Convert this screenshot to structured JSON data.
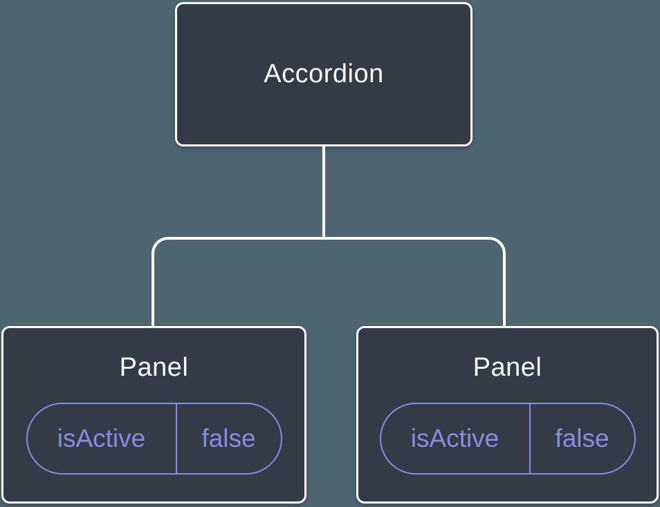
{
  "colors": {
    "background": "#4D656F",
    "node-fill": "#343A46",
    "node-border": "#FFFFFF",
    "node-text": "#F7F8FA",
    "accent": "#868DE3",
    "connector": "#FFFFFF"
  },
  "tree": {
    "root": {
      "label": "Accordion"
    },
    "children": [
      {
        "label": "Panel",
        "state": {
          "name": "isActive",
          "value": "false"
        }
      },
      {
        "label": "Panel",
        "state": {
          "name": "isActive",
          "value": "false"
        }
      }
    ]
  }
}
